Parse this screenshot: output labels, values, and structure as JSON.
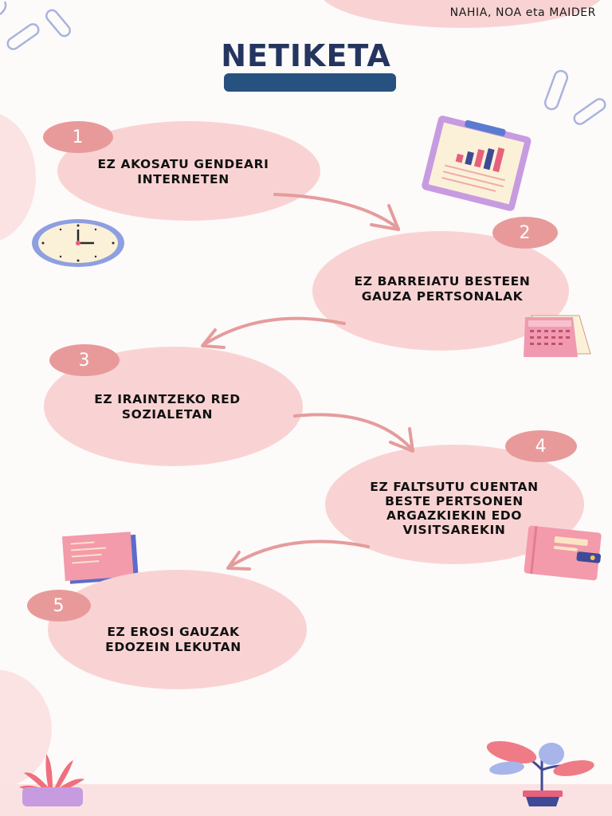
{
  "header": {
    "authors": "NAHIA, NOA eta MAIDER",
    "title": "NETIKETA"
  },
  "steps": [
    {
      "number": "1",
      "text_line1": "EZ AKOSATU GENDEARI",
      "text_line2": "INTERNETEN"
    },
    {
      "number": "2",
      "text_line1": "EZ BARREIATU BESTEEN",
      "text_line2": "GAUZA PERTSONALAK"
    },
    {
      "number": "3",
      "text_line1": "EZ IRAINTZEKO RED",
      "text_line2": "SOZIALETAN"
    },
    {
      "number": "4",
      "text_line1": "EZ FALTSUTU CUENTAN",
      "text_line2": "BESTE PERTSONEN",
      "text_line3": "ARGAZKIEKIN EDO",
      "text_line4": "VISITSAREKIN"
    },
    {
      "number": "5",
      "text_line1": "EZ EROSI GAUZAK",
      "text_line2": "EDOZEIN LEKUTAN"
    }
  ],
  "icons": [
    "paperclip-icon",
    "clipboard-chart-icon",
    "clock-icon",
    "calendar-icon",
    "notebook-icon",
    "document-icon",
    "plant-icon"
  ],
  "colors": {
    "blob": "#f9d3d3",
    "number_badge": "#e89a9a",
    "arrow": "#e59c9c",
    "title": "#24365f",
    "title_bar": "#27527f"
  }
}
